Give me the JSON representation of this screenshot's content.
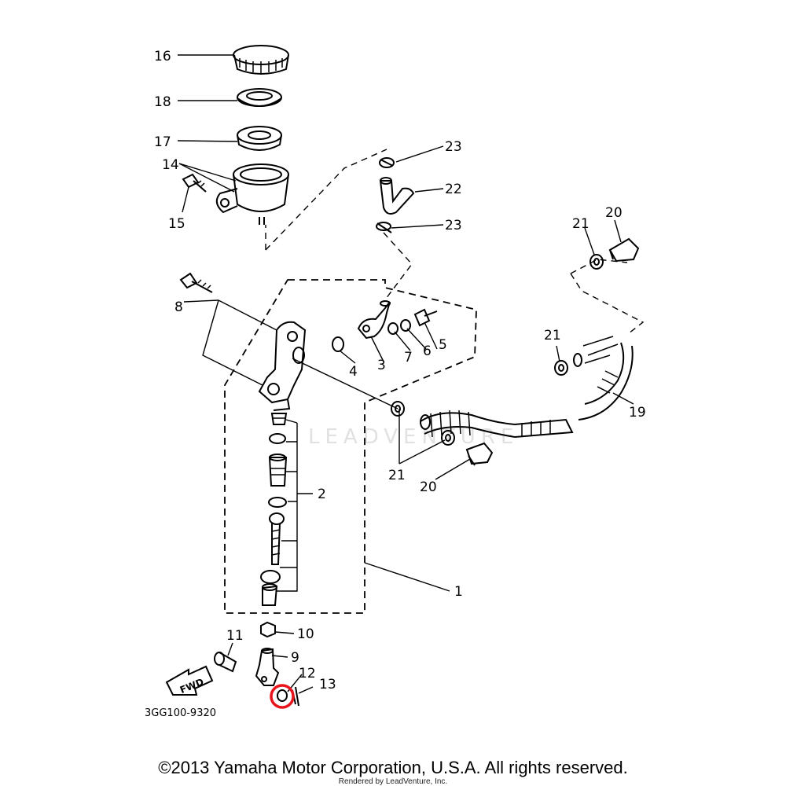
{
  "diagram_code": "3GG100-9320",
  "fwd_label": "FWD",
  "callouts": {
    "c1": "1",
    "c2": "2",
    "c3": "3",
    "c4": "4",
    "c5": "5",
    "c6": "6",
    "c7": "7",
    "c8": "8",
    "c9": "9",
    "c10": "10",
    "c11": "11",
    "c12": "12",
    "c13": "13",
    "c14": "14",
    "c15": "15",
    "c16": "16",
    "c17": "17",
    "c18": "18",
    "c19": "19",
    "c20a": "20",
    "c20b": "20",
    "c21a": "21",
    "c21b": "21",
    "c21c": "21",
    "c22": "22",
    "c23a": "23",
    "c23b": "23"
  },
  "watermark": "LEADVENTURE",
  "footer": {
    "copyright": "©2013 Yamaha Motor Corporation, U.S.A. All rights reserved.",
    "credit": "Rendered by LeadVenture, Inc."
  },
  "highlight": {
    "part": "12",
    "color": "#e8141c"
  }
}
